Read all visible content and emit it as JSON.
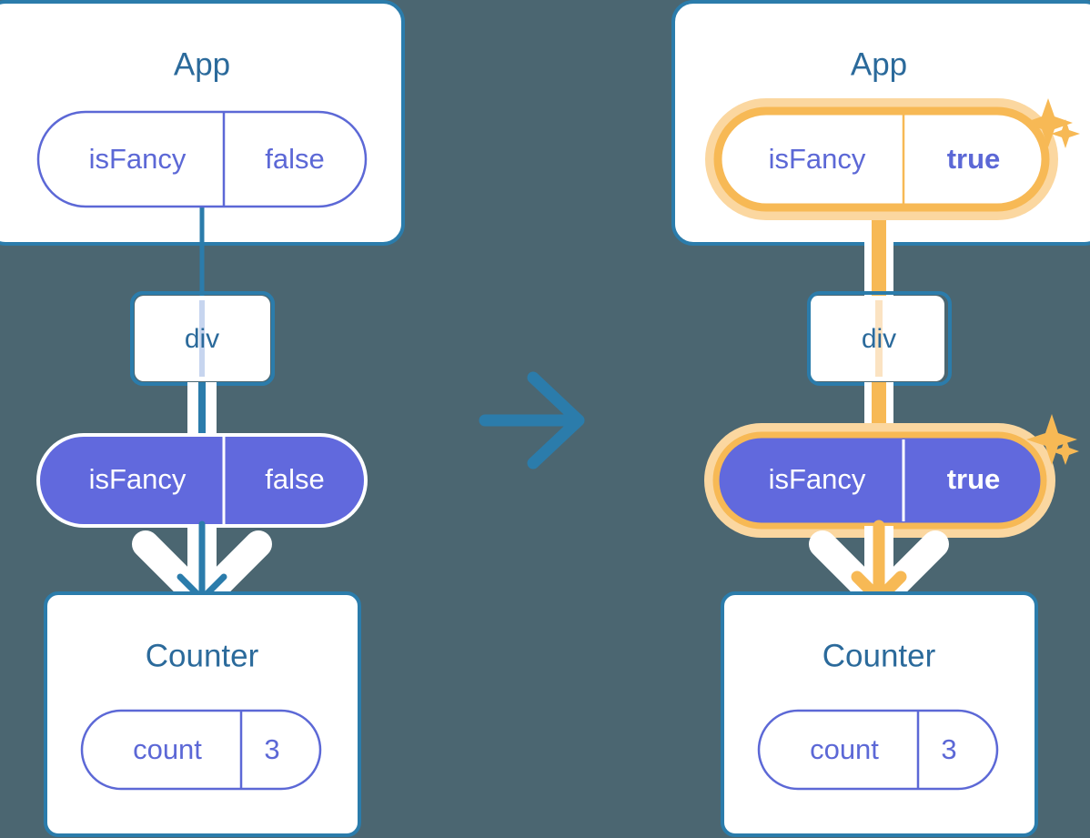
{
  "meta": {
    "background_color": "#4b6671",
    "description": "React state propagation diagram: before and after isFancy changes from false to true"
  },
  "colors": {
    "blue_border": "#2b7cab",
    "blue_text": "#2b6a9b",
    "purple_accent": "#5c68d6",
    "purple_fill": "#6169dd",
    "highlight_orange": "#f7b955",
    "highlight_orange_soft": "#fbd7a0",
    "white": "#ffffff",
    "light_blue_line": "#c7d5ef"
  },
  "transition_arrow": {
    "icon": "arrow-right-icon",
    "color": "#2b7cab"
  },
  "panels": [
    {
      "id": "before",
      "app": {
        "title": "App",
        "state_pill": {
          "key": "isFancy",
          "value": "false",
          "highlighted": false,
          "style": "outline"
        }
      },
      "dom_node": {
        "label": "div"
      },
      "prop_pill": {
        "key": "isFancy",
        "value": "false",
        "highlighted": false,
        "style": "filled"
      },
      "counter": {
        "title": "Counter",
        "state_pill": {
          "key": "count",
          "value": "3",
          "highlighted": false,
          "style": "outline"
        }
      },
      "sparkles": false
    },
    {
      "id": "after",
      "app": {
        "title": "App",
        "state_pill": {
          "key": "isFancy",
          "value": "true",
          "highlighted": true,
          "style": "outline"
        }
      },
      "dom_node": {
        "label": "div"
      },
      "prop_pill": {
        "key": "isFancy",
        "value": "true",
        "highlighted": true,
        "style": "filled"
      },
      "counter": {
        "title": "Counter",
        "state_pill": {
          "key": "count",
          "value": "3",
          "highlighted": false,
          "style": "outline"
        }
      },
      "sparkles": true
    }
  ]
}
